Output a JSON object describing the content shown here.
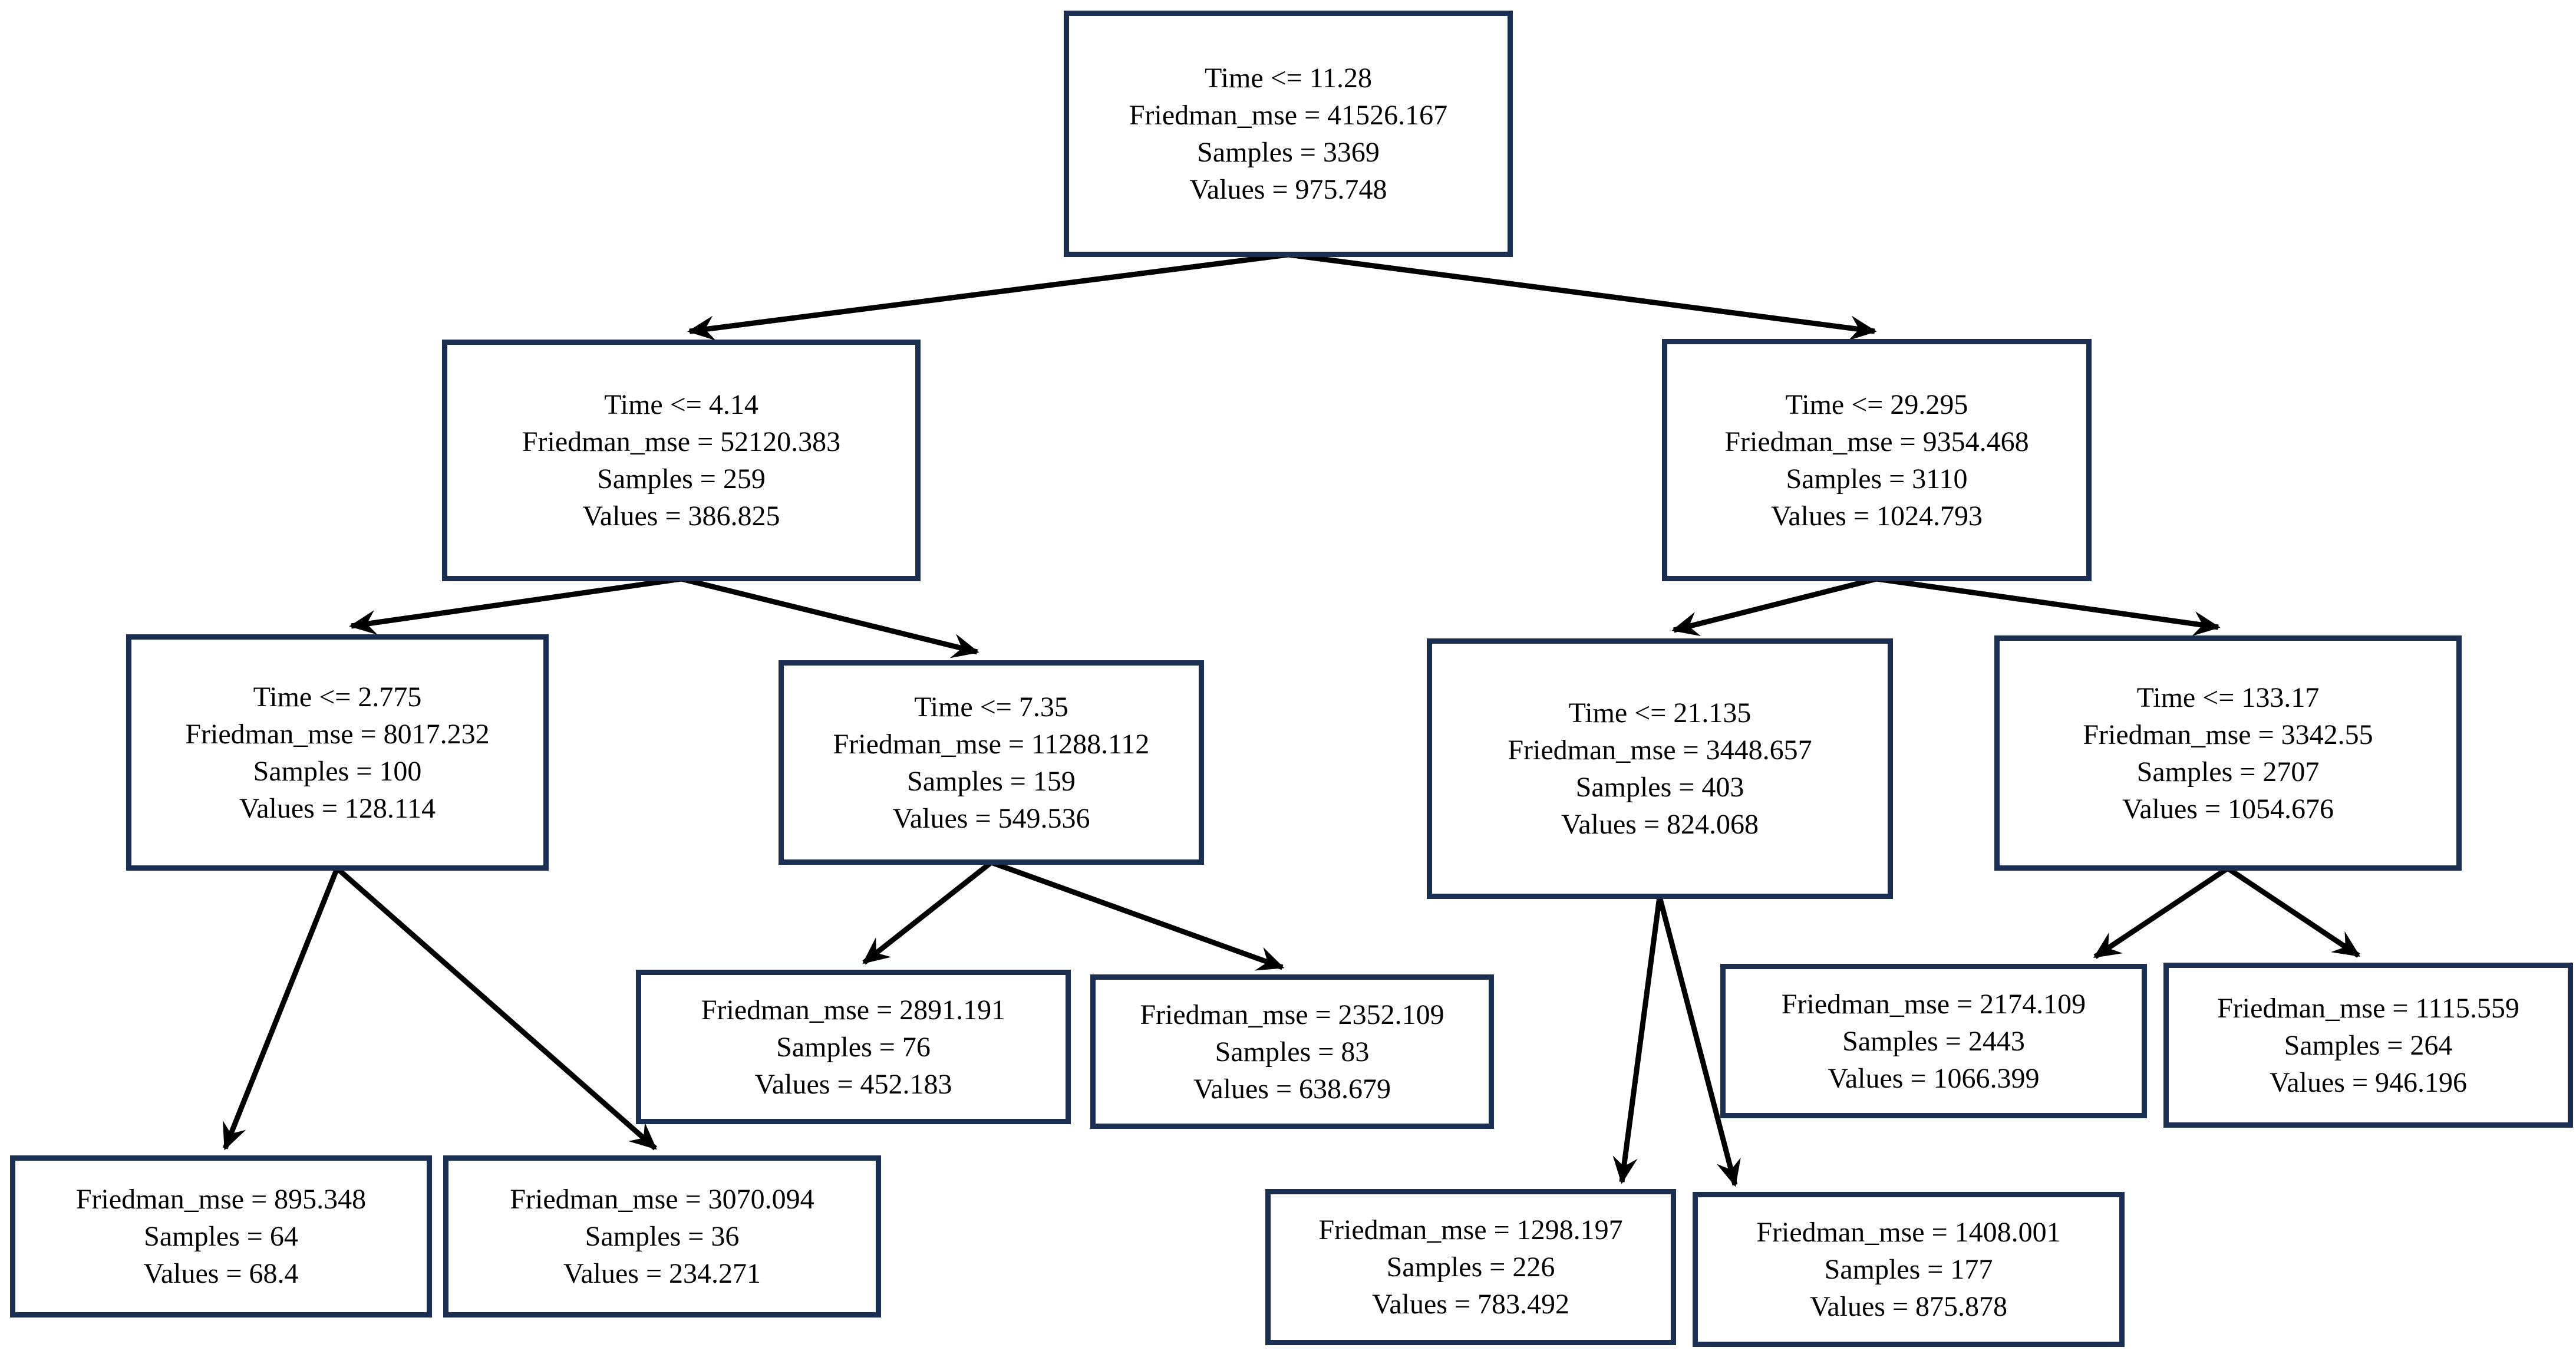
{
  "diagram": {
    "type": "decision-tree-regression",
    "split_feature": "Time",
    "criterion": "Friedman_mse"
  },
  "colors": {
    "node_border": "#1b2f52",
    "node_fill": "#ffffff",
    "edge": "#000000",
    "text": "#000000",
    "background": "#ffffff"
  },
  "nodes": {
    "root": {
      "condition": "Time <= 11.28",
      "mse": "Friedman_mse = 41526.167",
      "samples": "Samples = 3369",
      "values": "Values = 975.748"
    },
    "left": {
      "condition": "Time <= 4.14",
      "mse": "Friedman_mse = 52120.383",
      "samples": "Samples = 259",
      "values": "Values = 386.825"
    },
    "right": {
      "condition": "Time <= 29.295",
      "mse": "Friedman_mse = 9354.468",
      "samples": "Samples = 3110",
      "values": "Values = 1024.793"
    },
    "left_left": {
      "condition": "Time <= 2.775",
      "mse": "Friedman_mse = 8017.232",
      "samples": "Samples = 100",
      "values": "Values = 128.114"
    },
    "left_right": {
      "condition": "Time <= 7.35",
      "mse": "Friedman_mse = 11288.112",
      "samples": "Samples = 159",
      "values": "Values = 549.536"
    },
    "right_left": {
      "condition": "Time <= 21.135",
      "mse": "Friedman_mse = 3448.657",
      "samples": "Samples = 403",
      "values": "Values = 824.068"
    },
    "right_right": {
      "condition": "Time <= 133.17",
      "mse": "Friedman_mse = 3342.55",
      "samples": "Samples = 2707",
      "values": "Values = 1054.676"
    },
    "leaf_ll_l": {
      "mse": "Friedman_mse = 895.348",
      "samples": "Samples = 64",
      "values": "Values = 68.4"
    },
    "leaf_ll_r": {
      "mse": "Friedman_mse = 3070.094",
      "samples": "Samples = 36",
      "values": "Values = 234.271"
    },
    "leaf_lr_l": {
      "mse": "Friedman_mse = 2891.191",
      "samples": "Samples = 76",
      "values": "Values = 452.183"
    },
    "leaf_lr_r": {
      "mse": "Friedman_mse = 2352.109",
      "samples": "Samples = 83",
      "values": "Values = 638.679"
    },
    "leaf_rl_l": {
      "mse": "Friedman_mse = 1298.197",
      "samples": "Samples = 226",
      "values": "Values = 783.492"
    },
    "leaf_rl_r": {
      "mse": "Friedman_mse = 1408.001",
      "samples": "Samples = 177",
      "values": "Values = 875.878"
    },
    "leaf_rr_l": {
      "mse": "Friedman_mse = 2174.109",
      "samples": "Samples = 2443",
      "values": "Values = 1066.399"
    },
    "leaf_rr_r": {
      "mse": "Friedman_mse = 1115.559",
      "samples": "Samples = 264",
      "values": "Values = 946.196"
    }
  }
}
